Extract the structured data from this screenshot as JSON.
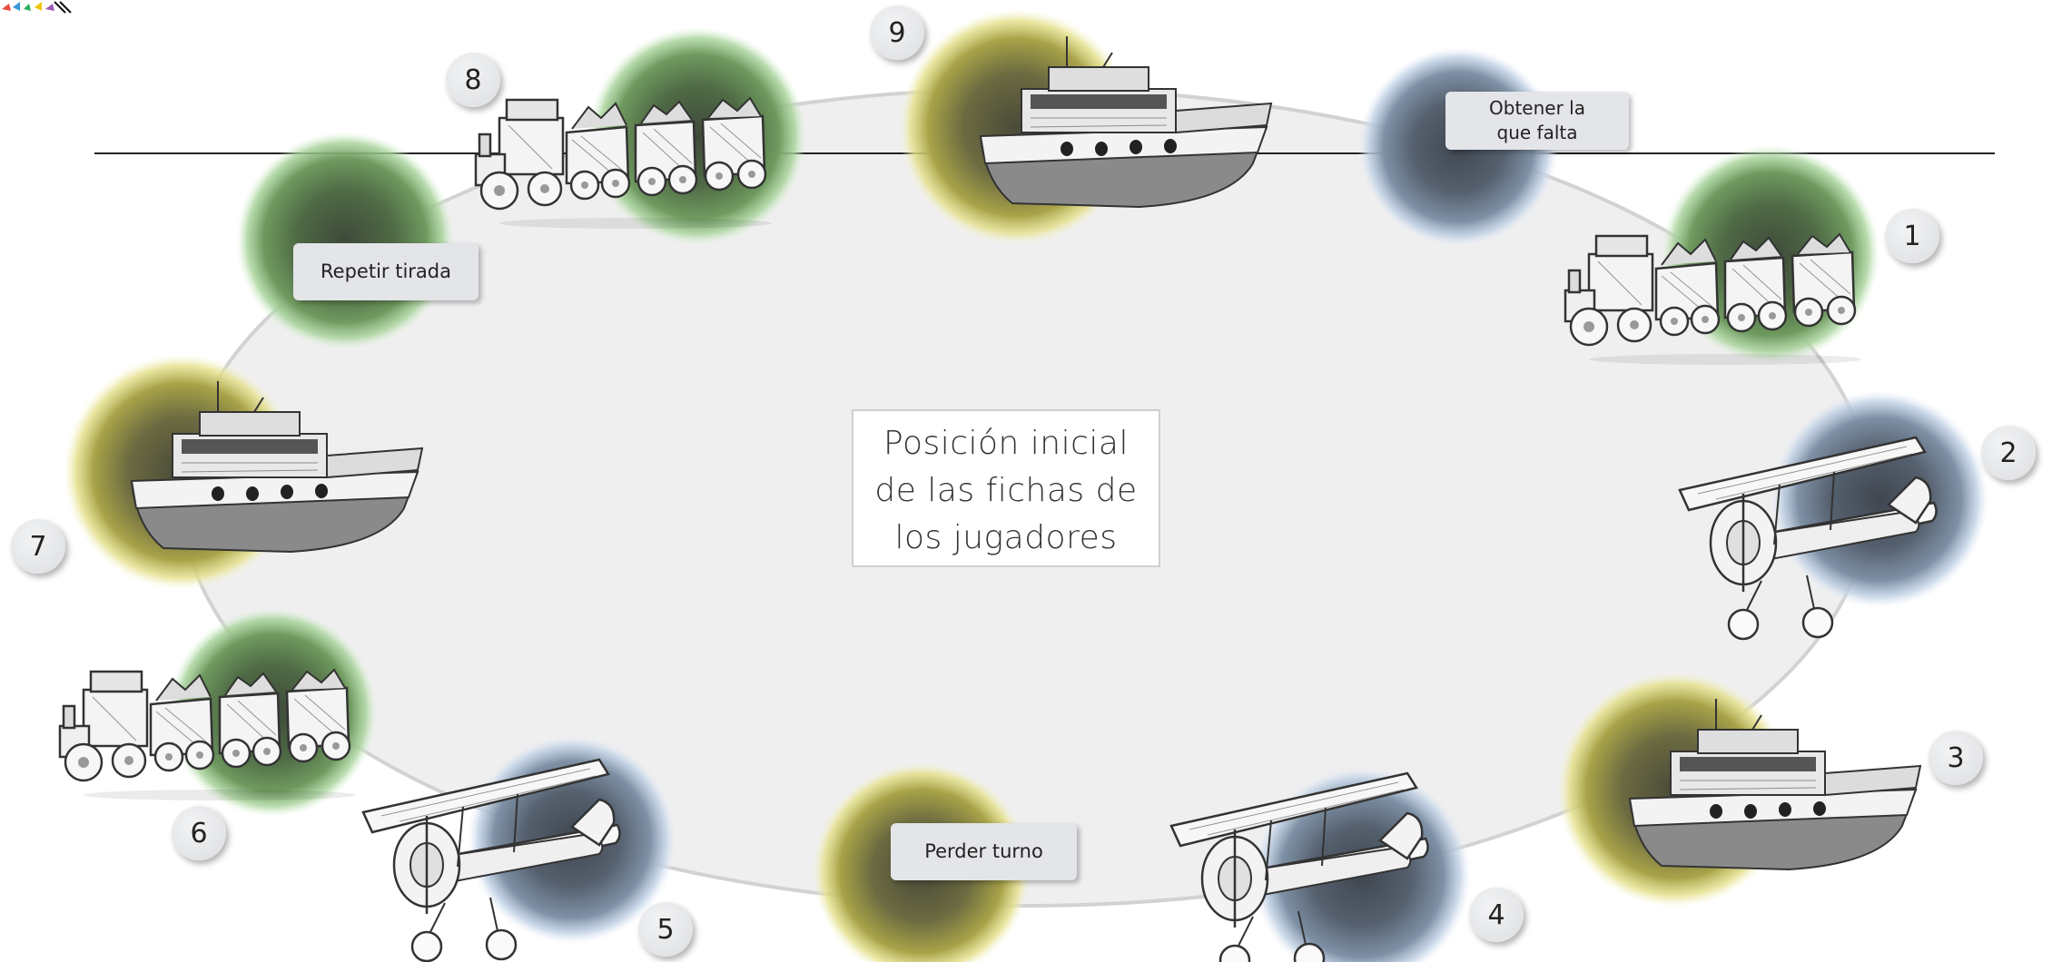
{
  "board": {
    "title": "Posición inicial de las fichas de los jugadores",
    "title_lines": [
      "Posición inicial",
      "de las fichas de",
      "los jugadores"
    ],
    "colors": {
      "track": "#d2d2d2",
      "track_fill": "#efefef",
      "green_space": "#6fa35c",
      "yellow_space": "#b4ab48",
      "blue_space": "#7f92a8",
      "divider_line": "#222222"
    }
  },
  "special_spaces": [
    {
      "id": "obtener",
      "label_lines": [
        "Obtener la",
        "que falta"
      ],
      "color": "blue"
    },
    {
      "id": "repetir",
      "label_lines": [
        "Repetir tirada"
      ],
      "color": "green"
    },
    {
      "id": "perder",
      "label_lines": [
        "Perder turno"
      ],
      "color": "yellow"
    }
  ],
  "players": [
    {
      "number": "1",
      "token": "train-icon",
      "color": "green"
    },
    {
      "number": "2",
      "token": "biplane-icon",
      "color": "blue"
    },
    {
      "number": "3",
      "token": "boat-icon",
      "color": "yellow"
    },
    {
      "number": "4",
      "token": "biplane-icon",
      "color": "blue"
    },
    {
      "number": "5",
      "token": "biplane-icon",
      "color": "blue"
    },
    {
      "number": "6",
      "token": "train-icon",
      "color": "green"
    },
    {
      "number": "7",
      "token": "boat-icon",
      "color": "yellow"
    },
    {
      "number": "8",
      "token": "train-icon",
      "color": "green"
    },
    {
      "number": "9",
      "token": "boat-icon",
      "color": "yellow"
    }
  ],
  "corner_logo": "colorful-logo-icon"
}
